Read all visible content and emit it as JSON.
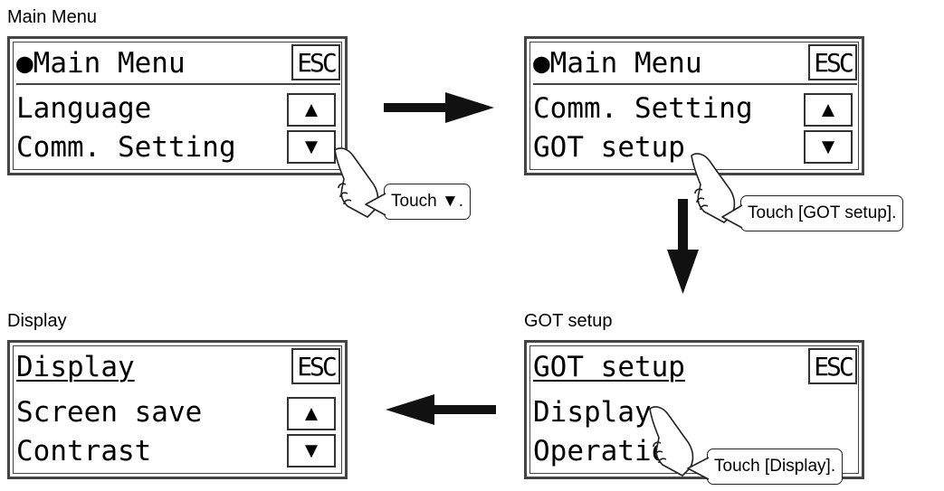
{
  "screens": {
    "main1": {
      "caption": "Main Menu",
      "title": "●Main Menu",
      "esc": "ESC",
      "row1": "Language",
      "row2": "Comm. Setting",
      "up": "▲",
      "down": "▼",
      "callout": "Touch ▼."
    },
    "main2": {
      "title": "●Main Menu",
      "esc": "ESC",
      "row1": "Comm. Setting",
      "row2": "GOT setup",
      "up": "▲",
      "down": "▼",
      "callout": "Touch [GOT setup]."
    },
    "got": {
      "caption": "GOT setup",
      "title": "GOT setup",
      "esc": "ESC",
      "row1": "Display",
      "row2": "Operation",
      "callout": "Touch [Display]."
    },
    "display": {
      "caption": "Display",
      "title": "Display",
      "esc": "ESC",
      "row1": "Screen save",
      "row2": "Contrast",
      "up": "▲",
      "down": "▼"
    }
  }
}
